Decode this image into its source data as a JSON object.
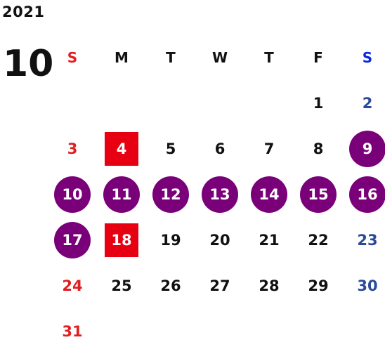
{
  "calendar": {
    "year": "2021",
    "month": "10",
    "weekdays": [
      "S",
      "M",
      "T",
      "W",
      "T",
      "F",
      "S"
    ],
    "weeks": [
      [
        null,
        null,
        null,
        null,
        null,
        "1",
        "2"
      ],
      [
        "3",
        "4",
        "5",
        "6",
        "7",
        "8",
        "9"
      ],
      [
        "10",
        "11",
        "12",
        "13",
        "14",
        "15",
        "16"
      ],
      [
        "17",
        "18",
        "19",
        "20",
        "21",
        "22",
        "23"
      ],
      [
        "24",
        "25",
        "26",
        "27",
        "28",
        "29",
        "30"
      ],
      [
        "31",
        null,
        null,
        null,
        null,
        null,
        null
      ]
    ],
    "highlight_square_days": [
      "4",
      "18"
    ],
    "highlight_circle_days": [
      "9",
      "10",
      "11",
      "12",
      "13",
      "14",
      "15",
      "16",
      "17"
    ]
  },
  "colors": {
    "sunday_text": "#e02020",
    "saturday_text": "#2a4a9a",
    "saturday_header": "#0a2ad8",
    "square_highlight": "#e60012",
    "circle_highlight": "#7a007a"
  }
}
